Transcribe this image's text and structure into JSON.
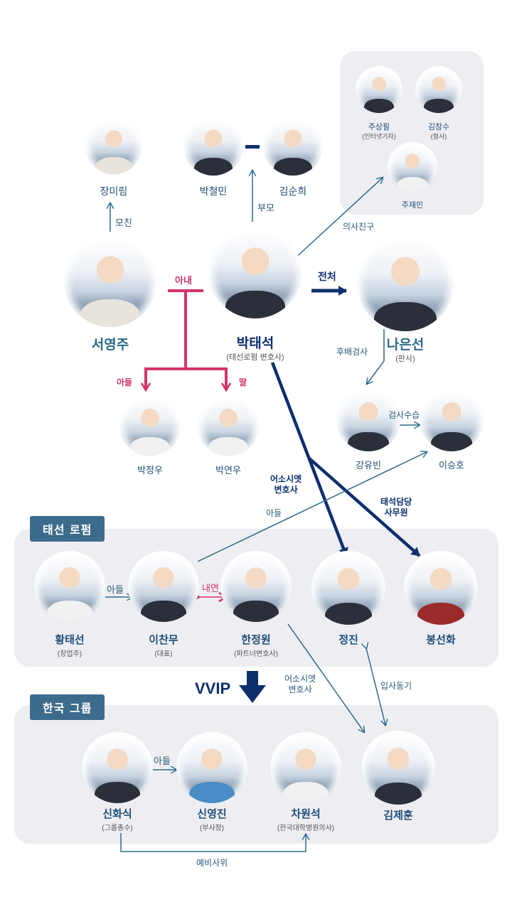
{
  "people": {
    "jang_mirim": {
      "name": "장미림"
    },
    "park_cheolmin": {
      "name": "박철민"
    },
    "kim_sunhee": {
      "name": "김순희"
    },
    "ju_sangpil": {
      "name": "주상필",
      "sub": "(인터넷기자)"
    },
    "kim_changsu": {
      "name": "김창수",
      "sub": "(형사)"
    },
    "ju_jaemin": {
      "name": "주재민"
    },
    "seo_youngju": {
      "name": "서영주"
    },
    "park_taeseok": {
      "name": "박태석",
      "sub": "(태선로펌 변호사)"
    },
    "na_eunseon": {
      "name": "나은선",
      "sub": "(판사)"
    },
    "park_jeongu": {
      "name": "박정우"
    },
    "park_yeonu": {
      "name": "박연우"
    },
    "kang_yubin": {
      "name": "강유빈"
    },
    "lee_seungho": {
      "name": "이승호"
    },
    "hwang_taeseon": {
      "name": "황태선",
      "sub": "(창업주)"
    },
    "lee_chanmu": {
      "name": "이찬무",
      "sub": "(대표)"
    },
    "han_jeongwon": {
      "name": "한정원",
      "sub": "(파트너변호사)"
    },
    "jeong_jin": {
      "name": "정진"
    },
    "bong_seonhwa": {
      "name": "봉선화"
    },
    "shin_hwasik": {
      "name": "신화식",
      "sub": "(그룹총수)"
    },
    "shin_youngjin": {
      "name": "신영진",
      "sub": "(부사장)"
    },
    "cha_wonseok": {
      "name": "차원석",
      "sub": "(한국대학병원의사)"
    },
    "kim_jehun": {
      "name": "김제훈"
    }
  },
  "relations": {
    "mother": "모친",
    "parents": "부모",
    "doctor_friend": "의사친구",
    "wife": "아내",
    "ex_wife": "전처",
    "son": "아들",
    "daughter": "딸",
    "junior_prosecutor": "후배검사",
    "prosecutor_trainee": "검사수습",
    "associate_lawyer": "어소시엣\n변호사",
    "son2": "아들",
    "clerk": "태석담당\n사무원",
    "son3": "아들",
    "affair": "내연",
    "associate2": "어소시엣\n변호사",
    "classmate": "입사동기",
    "son4": "아들",
    "fiance": "예비사위"
  },
  "groups": {
    "taeseon": "태선 로펌",
    "hanguk": "한국 그룹"
  },
  "vvip": "VVIP",
  "colors": {
    "navy": "#0d2f6e",
    "pink": "#d6336c",
    "teal": "#2a6a8a",
    "name": "#1f4e7a",
    "tag": "#3d6b8c",
    "box": "#eeeef2"
  }
}
